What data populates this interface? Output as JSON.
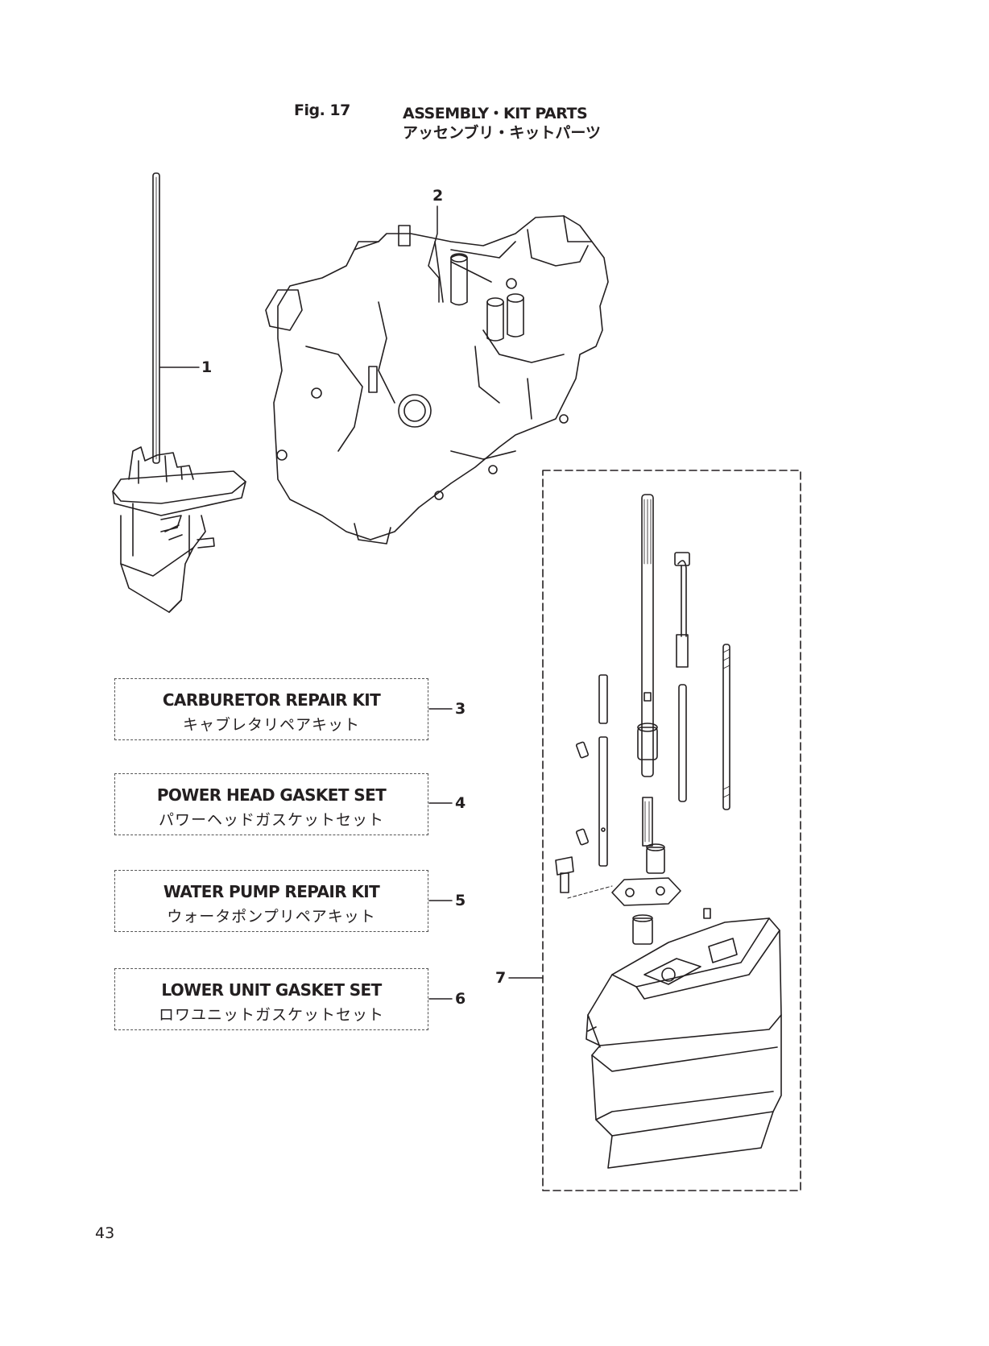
{
  "header": {
    "figure": "Fig. 17",
    "title_en": "ASSEMBLY・KIT PARTS",
    "title_jp": "アッセンブリ・キットパーツ"
  },
  "callouts": [
    {
      "number": "1"
    },
    {
      "number": "2"
    },
    {
      "number": "3"
    },
    {
      "number": "4"
    },
    {
      "number": "5"
    },
    {
      "number": "6"
    },
    {
      "number": "7"
    }
  ],
  "kits": [
    {
      "en": "CARBURETOR REPAIR KIT",
      "jp": "キャブレタリペアキット"
    },
    {
      "en": "POWER HEAD GASKET SET",
      "jp": "パワーヘッドガスケットセット"
    },
    {
      "en": "WATER PUMP REPAIR KIT",
      "jp": "ウォータポンプリペアキット"
    },
    {
      "en": "LOWER UNIT GASKET SET",
      "jp": "ロワユニットガスケットセット"
    }
  ],
  "page_number": "43"
}
